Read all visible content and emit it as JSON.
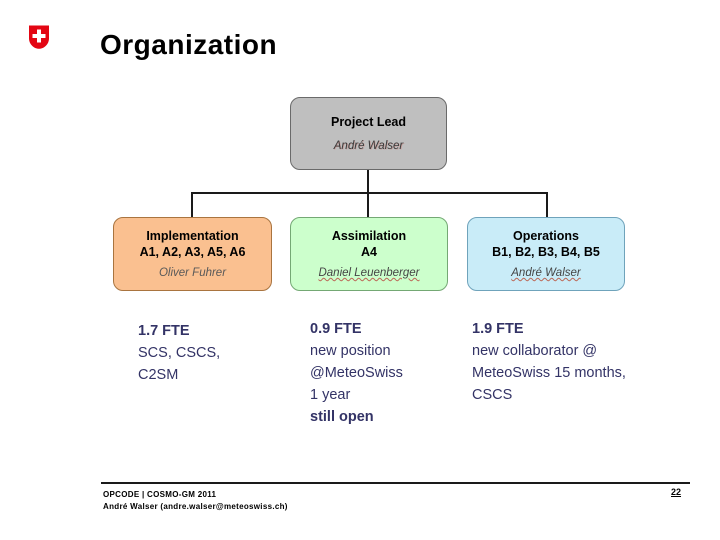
{
  "header": {
    "title": "Organization",
    "logo": "swiss-federal-cross-logo",
    "logo_color": "#e30613"
  },
  "org_chart": {
    "root": {
      "title": "Project Lead",
      "name": "André Walser",
      "fill": "#bfbfbf"
    },
    "children": [
      {
        "title": "Implementation",
        "units": "A1, A2, A3, A5, A6",
        "name": "Oliver Fuhrer",
        "fill": "#fac090"
      },
      {
        "title": "Assimilation",
        "units": "A4",
        "name": "Daniel Leuenberger",
        "fill": "#ccffcc"
      },
      {
        "title": "Operations",
        "units": "B1, B2, B3, B4, B5",
        "name": "André Walser",
        "fill": "#c9ecf8"
      }
    ]
  },
  "fte_notes": [
    {
      "heading": "1.7 FTE",
      "lines": [
        "SCS, CSCS,",
        "C2SM"
      ]
    },
    {
      "heading": "0.9 FTE",
      "lines": [
        "new position",
        "@MeteoSwiss",
        "1 year"
      ],
      "emphasis": "still open"
    },
    {
      "heading": "1.9 FTE",
      "lines": [
        "new collaborator @",
        "MeteoSwiss 15 months,",
        "CSCS"
      ]
    }
  ],
  "footer": {
    "line1": "OPCODE | COSMO-GM 2011",
    "line2": "André Walser (andre.walser@meteoswiss.ch)",
    "page_number": "22"
  },
  "colors": {
    "note_text": "#333366",
    "title_text": "#000000",
    "connector": "#1a1a1a"
  }
}
